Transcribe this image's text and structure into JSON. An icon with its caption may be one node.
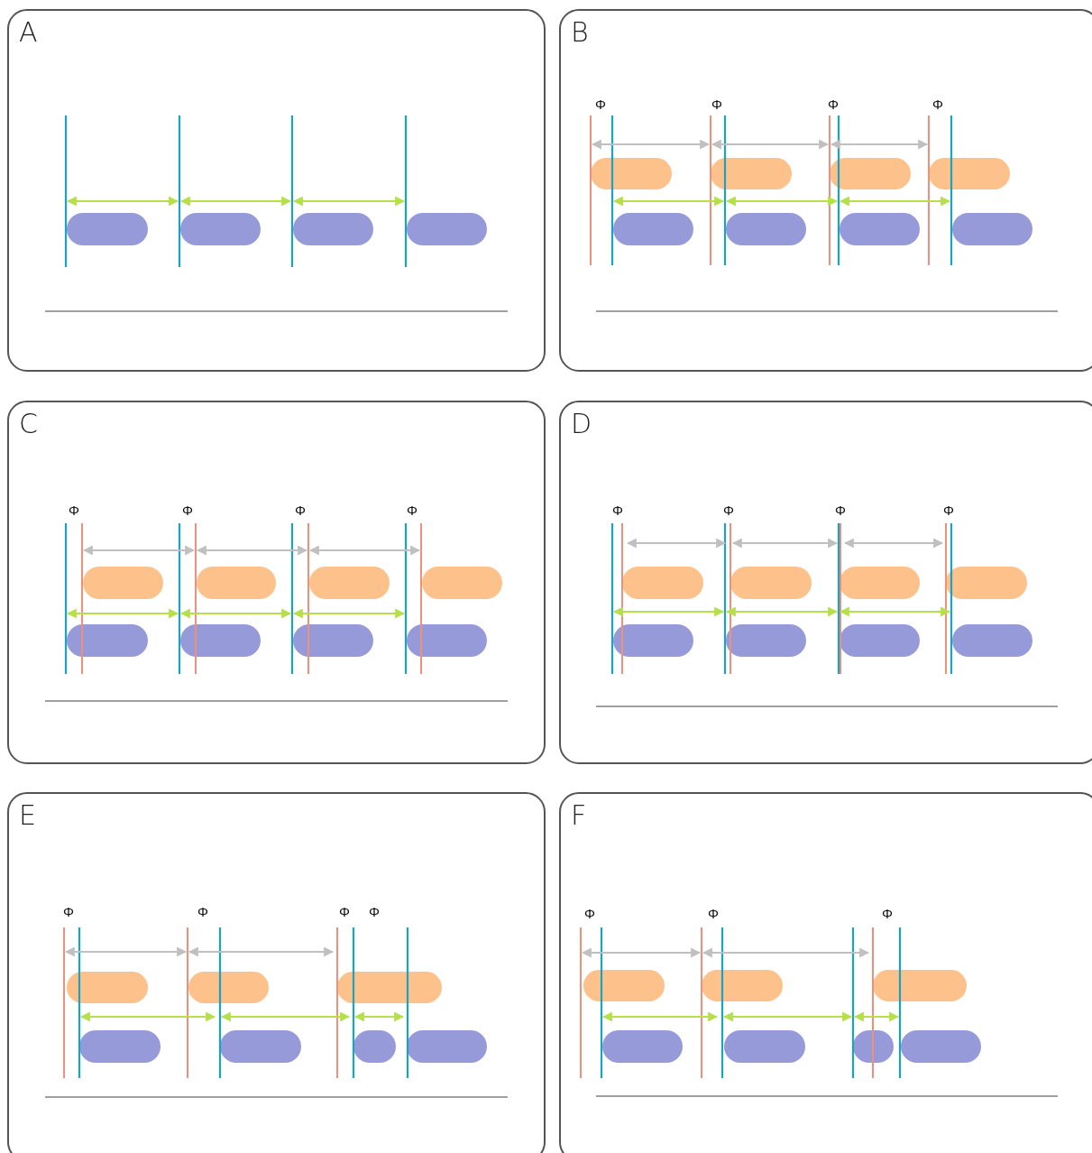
{
  "diagram": {
    "nodes": [
      {
        "text": [
          "A"
        ]
      },
      {
        "text": [
          "B"
        ]
      },
      {
        "text": [
          "C"
        ]
      },
      {
        "text": [
          "D"
        ]
      },
      {
        "text": [
          "E"
        ]
      },
      {
        "text": [
          "F"
        ]
      }
    ],
    "labels": [
      "Φ",
      "Φ",
      "Φ",
      "Φ",
      "Φ",
      "Φ",
      "Φ",
      "Φ",
      "Φ",
      "Φ",
      "Φ",
      "Φ",
      "Φ",
      "Φ",
      "Φ",
      "Φ",
      "Φ",
      "Φ",
      "Φ"
    ]
  }
}
